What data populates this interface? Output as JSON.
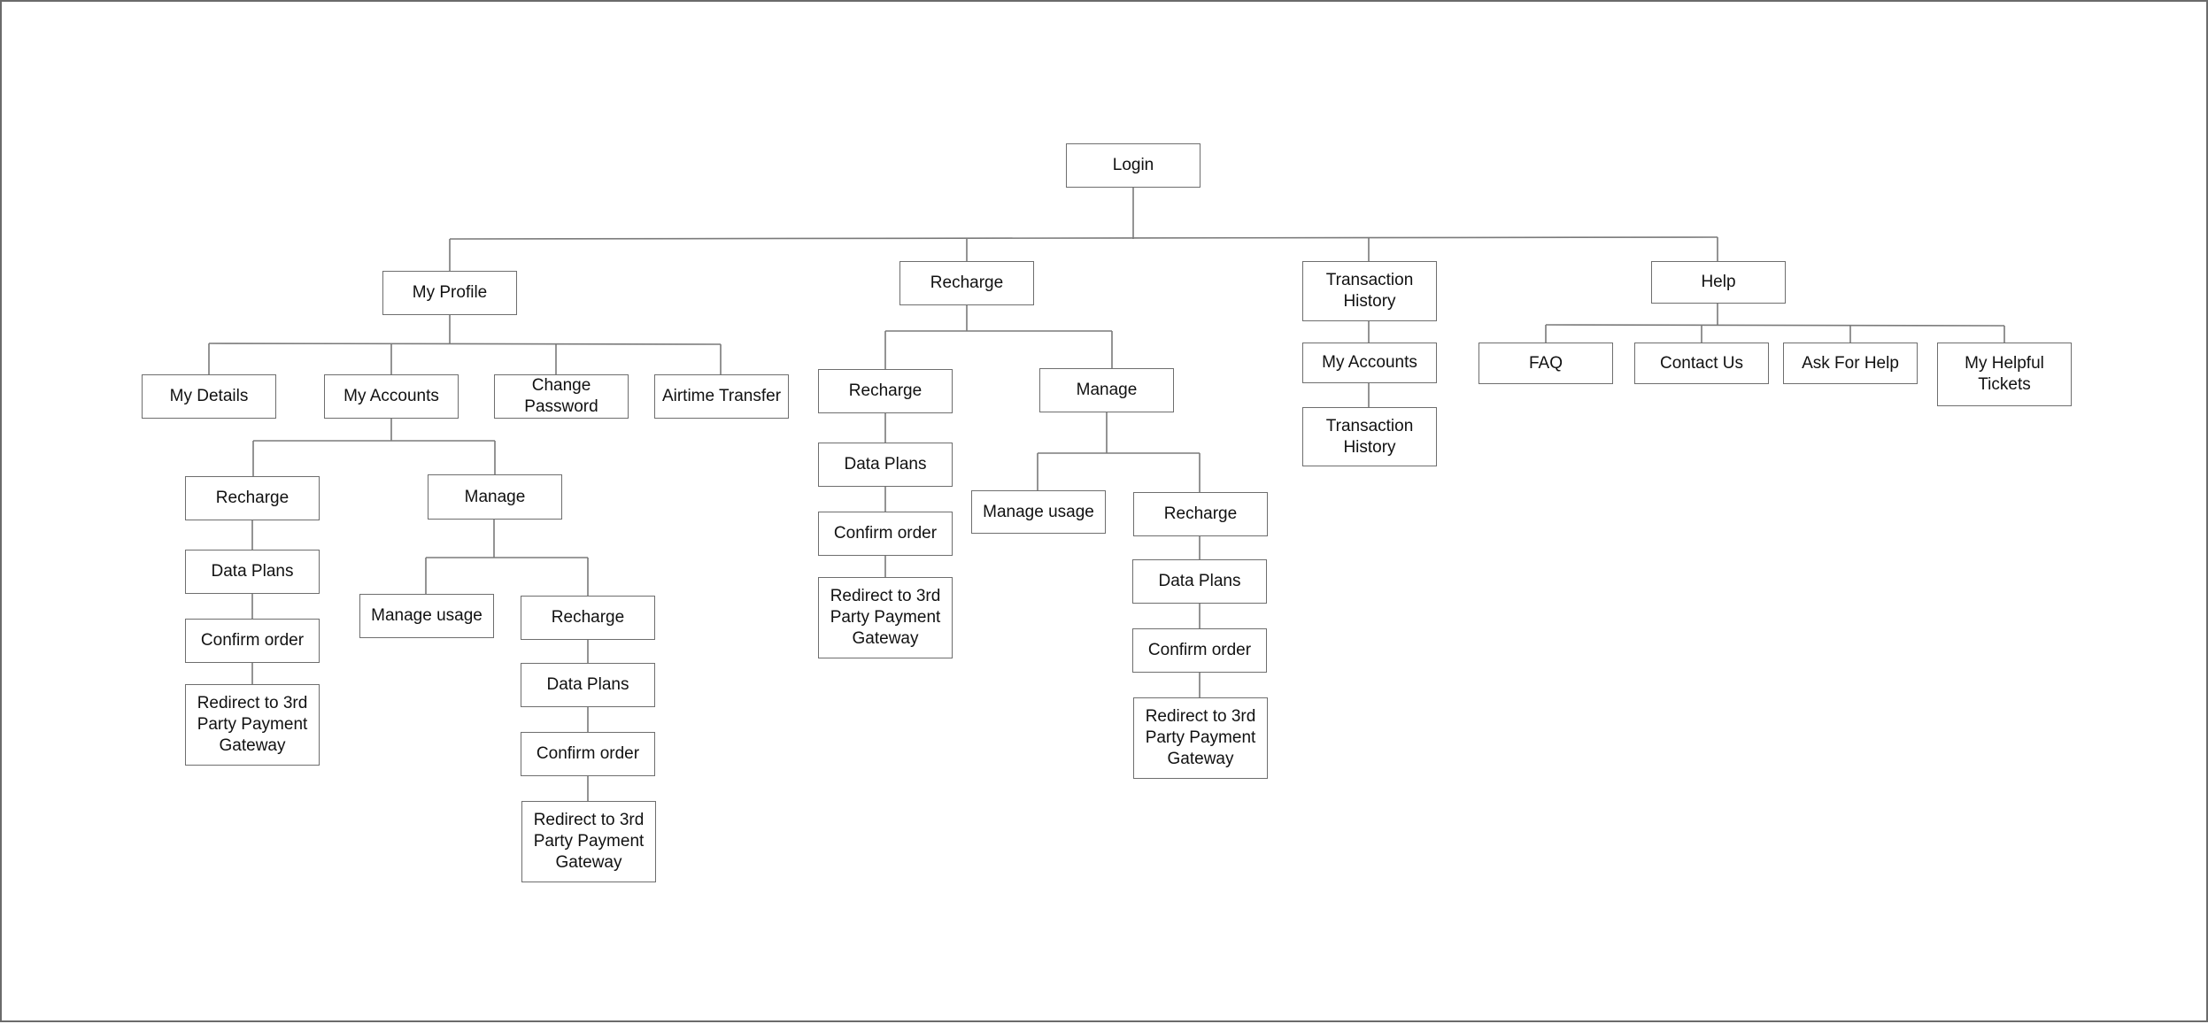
{
  "sitemap": {
    "login": "Login",
    "my_profile": {
      "label": "My Profile",
      "my_details": "My Details",
      "my_accounts": {
        "label": "My Accounts",
        "recharge": {
          "label": "Recharge",
          "data_plans": "Data Plans",
          "confirm_order": "Confirm order",
          "redirect": "Redirect to 3rd Party Payment Gateway"
        },
        "manage": {
          "label": "Manage",
          "manage_usage": "Manage usage",
          "recharge": {
            "label": "Recharge",
            "data_plans": "Data Plans",
            "confirm_order": "Confirm order",
            "redirect": "Redirect to 3rd Party Payment Gateway"
          }
        }
      },
      "change_password": "Change Password",
      "airtime_transfer": "Airtime Transfer"
    },
    "recharge": {
      "label": "Recharge",
      "recharge": {
        "label": "Recharge",
        "data_plans": "Data Plans",
        "confirm_order": "Confirm order",
        "redirect": "Redirect to 3rd Party Payment Gateway"
      },
      "manage": {
        "label": "Manage",
        "manage_usage": "Manage usage",
        "recharge": {
          "label": "Recharge",
          "data_plans": "Data Plans",
          "confirm_order": "Confirm order",
          "redirect": "Redirect to 3rd Party Payment Gateway"
        }
      }
    },
    "transaction_history": {
      "label": "Transaction History",
      "my_accounts": "My Accounts",
      "transaction_history": "Transaction History"
    },
    "help": {
      "label": "Help",
      "faq": "FAQ",
      "contact_us": "Contact Us",
      "ask_for_help": "Ask For Help",
      "my_helpful_tickets": "My Helpful Tickets"
    }
  }
}
